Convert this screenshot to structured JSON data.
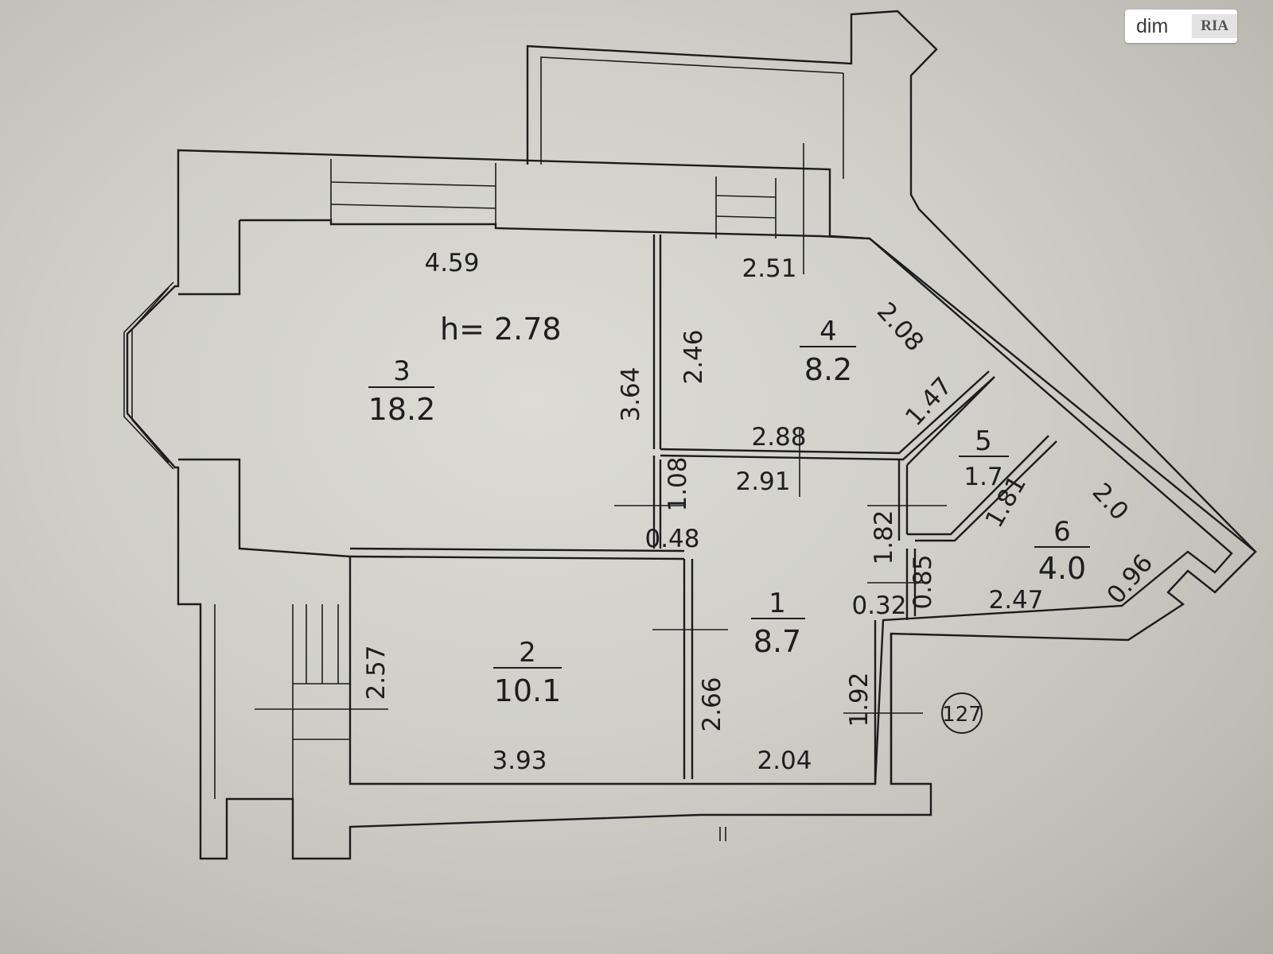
{
  "watermark": {
    "brand_text": "dim",
    "brand_mark": "RIA"
  },
  "plan": {
    "ceiling_height": "h= 2.78",
    "apartment_number": "127",
    "rooms": [
      {
        "number": "1",
        "area": "8.7"
      },
      {
        "number": "2",
        "area": "10.1"
      },
      {
        "number": "3",
        "area": "18.2"
      },
      {
        "number": "4",
        "area": "8.2"
      },
      {
        "number": "5",
        "area": "1.7"
      },
      {
        "number": "6",
        "area": "4.0"
      }
    ],
    "dimensions": {
      "r3_top": "4.59",
      "r3_side": "3.64",
      "r4_top": "2.51",
      "r4_side": "2.46",
      "r4_diag": "2.08",
      "r4_bottom": "2.88",
      "r5_diag": "1.47",
      "r1_top": "2.91",
      "r1_door": "1.08",
      "r1_wall": "0.48",
      "r1_right": "1.82",
      "r1_small": "0.85",
      "r1_corner": "0.32",
      "r6_left": "1.81",
      "r6_diag": "2.0",
      "r6_bottom": "2.47",
      "r6_end": "0.96",
      "r2_side": "2.57",
      "r2_bottom": "3.93",
      "r1_left": "2.66",
      "r1_bottom": "2.04",
      "r1_entry": "1.92"
    }
  }
}
